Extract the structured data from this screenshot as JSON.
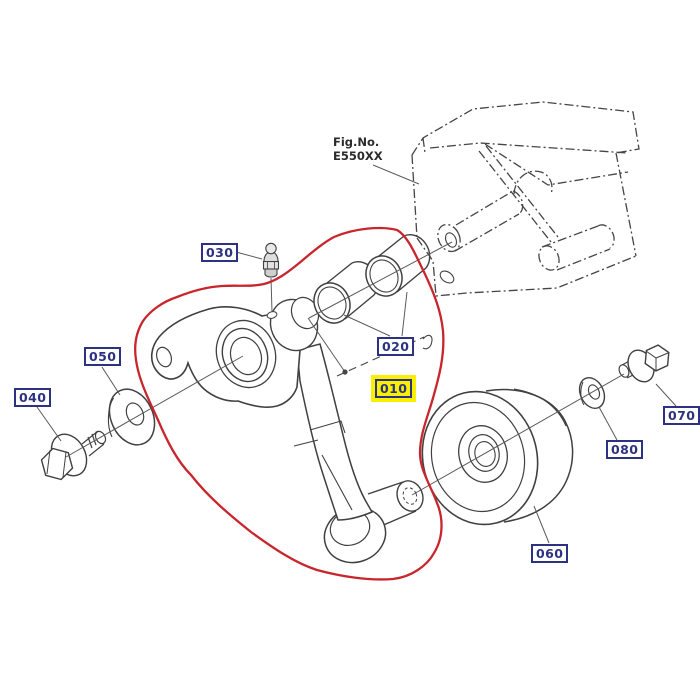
{
  "diagram": {
    "fig_label": {
      "line1": "Fig.No.",
      "line2": "E550XX"
    },
    "callouts": [
      {
        "code": "010",
        "highlighted": true
      },
      {
        "code": "020",
        "highlighted": false
      },
      {
        "code": "030",
        "highlighted": false
      },
      {
        "code": "040",
        "highlighted": false
      },
      {
        "code": "050",
        "highlighted": false
      },
      {
        "code": "060",
        "highlighted": false
      },
      {
        "code": "070",
        "highlighted": false
      },
      {
        "code": "080",
        "highlighted": false
      }
    ],
    "colors": {
      "selection_outline": "#c8262c",
      "callout_border": "#2d3181",
      "callout_text": "#2d3181",
      "highlight": "#f8f000",
      "drawing_line": "#404040",
      "background": "#ffffff"
    }
  }
}
